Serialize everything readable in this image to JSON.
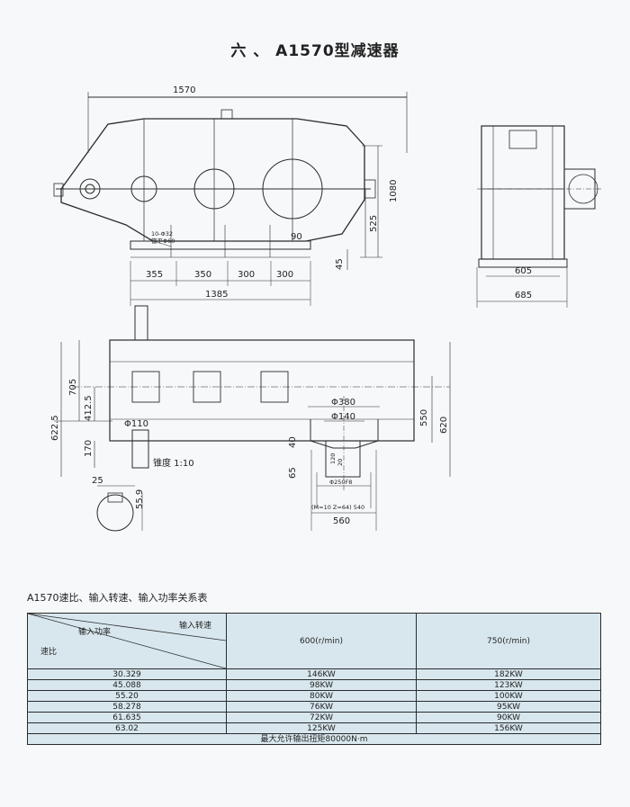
{
  "title": "六 、 A1570型减速器",
  "dims": {
    "top_1570": "1570",
    "height_1080": "1080",
    "center_525": "525",
    "base_45": "45",
    "note_line1": "10-Φ32",
    "note_line2": "锪平Φ60",
    "gap_90": "90",
    "seg_355": "355",
    "seg_350": "350",
    "seg_300a": "300",
    "seg_300b": "300",
    "total_1385": "1385",
    "side_605": "605",
    "side_685": "685",
    "plan_705": "705",
    "plan_412_5": "412.5",
    "plan_622_5": "622.5",
    "plan_170": "170",
    "phi_110": "Φ110",
    "taper": "锥度 1:10",
    "key_25": "25",
    "key_55_9": "55.9",
    "phi_380": "Φ380",
    "phi_140": "Φ140",
    "out_40": "40",
    "out_65": "65",
    "out_120": "120",
    "out_20": "20",
    "phi_250f8": "Φ250F8",
    "gear_note": "(M=10  Z=64) 540",
    "out_560": "560",
    "right_550": "550",
    "right_620": "620"
  },
  "table": {
    "caption": "A1570速比、输入转速、输入功率关系表",
    "header_power": "输入功率",
    "header_speed": "输入转速",
    "header_ratio": "速比",
    "col_600": "600(r/min)",
    "col_750": "750(r/min)",
    "rows": [
      {
        "ratio": "30.329",
        "p600": "146KW",
        "p750": "182KW"
      },
      {
        "ratio": "45.088",
        "p600": "98KW",
        "p750": "123KW"
      },
      {
        "ratio": "55.20",
        "p600": "80KW",
        "p750": "100KW"
      },
      {
        "ratio": "58.278",
        "p600": "76KW",
        "p750": "95KW"
      },
      {
        "ratio": "61.635",
        "p600": "72KW",
        "p750": "90KW"
      },
      {
        "ratio": "63.02",
        "p600": "125KW",
        "p750": "156KW"
      }
    ],
    "footer": "最大允许输出扭矩80000N·m"
  },
  "colors": {
    "line": "#2b2b2b",
    "table_bg": "#d8e7ee",
    "paper": "#f7f8fa"
  }
}
